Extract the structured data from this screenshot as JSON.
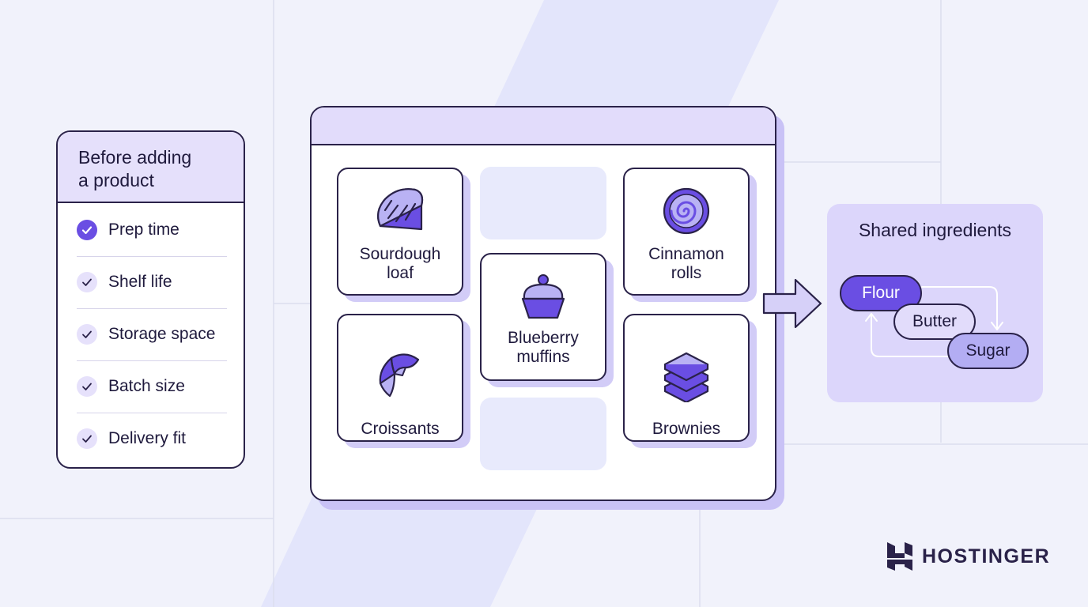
{
  "checklist": {
    "title_line1": "Before adding",
    "title_line2": "a product",
    "items": [
      {
        "label": "Prep time",
        "checked": true,
        "highlighted": true
      },
      {
        "label": "Shelf life",
        "checked": true,
        "highlighted": false
      },
      {
        "label": "Storage space",
        "checked": true,
        "highlighted": false
      },
      {
        "label": "Batch size",
        "checked": true,
        "highlighted": false
      },
      {
        "label": "Delivery fit",
        "checked": true,
        "highlighted": false
      }
    ]
  },
  "products": [
    {
      "line1": "Sourdough",
      "line2": "loaf",
      "icon": "bread-icon"
    },
    {
      "line1": "Cinnamon",
      "line2": "rolls",
      "icon": "cinnamon-roll-icon"
    },
    {
      "line1": "Blueberry",
      "line2": "muffins",
      "icon": "muffin-icon"
    },
    {
      "line1": "Croissants",
      "line2": "",
      "icon": "croissant-icon"
    },
    {
      "line1": "Brownies",
      "line2": "",
      "icon": "brownie-stack-icon"
    }
  ],
  "ingredients": {
    "title": "Shared ingredients",
    "items": [
      {
        "label": "Flour",
        "color": "#6a4ee3",
        "text_color": "#ffffff"
      },
      {
        "label": "Butter",
        "color": "#e2dcfb",
        "text_color": "#1f1a3d"
      },
      {
        "label": "Sugar",
        "color": "#b3adf3",
        "text_color": "#1f1a3d"
      }
    ]
  },
  "logo": {
    "text": "HOSTINGER"
  },
  "colors": {
    "accent": "#6a4ee3",
    "outline": "#2a2249",
    "lavender": "#e2dcfb",
    "background": "#f1f2fb"
  }
}
